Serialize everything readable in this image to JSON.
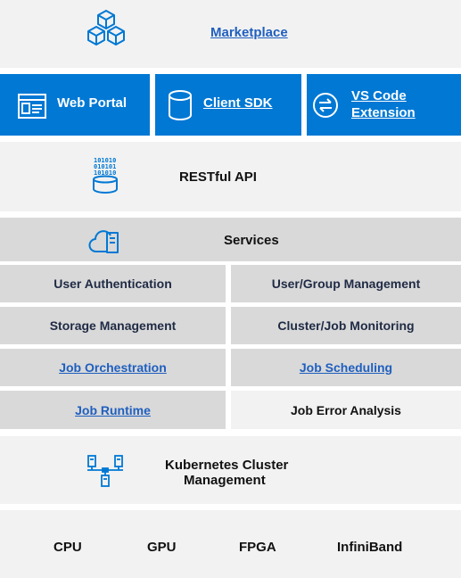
{
  "marketplace": {
    "label": "Marketplace",
    "icon": "cubes-icon"
  },
  "clients": [
    {
      "label": "Web Portal",
      "icon": "browser-window-icon"
    },
    {
      "label": "Client SDK",
      "icon": "database-cylinder-icon"
    },
    {
      "label": "VS Code Extension",
      "line1": "VS Code",
      "line2": "Extension",
      "icon": "sync-arrows-icon"
    }
  ],
  "api": {
    "label": "RESTful API",
    "icon": "binary-database-icon"
  },
  "services": {
    "title": "Services",
    "icon": "cloud-server-icon",
    "items": [
      "User Authentication",
      "User/Group Management",
      "Storage Management",
      "Cluster/Job Monitoring",
      "Job Orchestration",
      "Job Scheduling",
      "Job Runtime",
      "Job Error Analysis"
    ]
  },
  "kubernetes": {
    "line1": "Kubernetes Cluster",
    "line2": "Management",
    "icon": "cluster-network-icon"
  },
  "hardware": [
    "CPU",
    "GPU",
    "FPGA",
    "InfiniBand"
  ],
  "colors": {
    "accent": "#0078d4",
    "link": "#1f5fbf",
    "light_bg": "#f2f2f2",
    "mid_bg": "#d9d9d9"
  }
}
